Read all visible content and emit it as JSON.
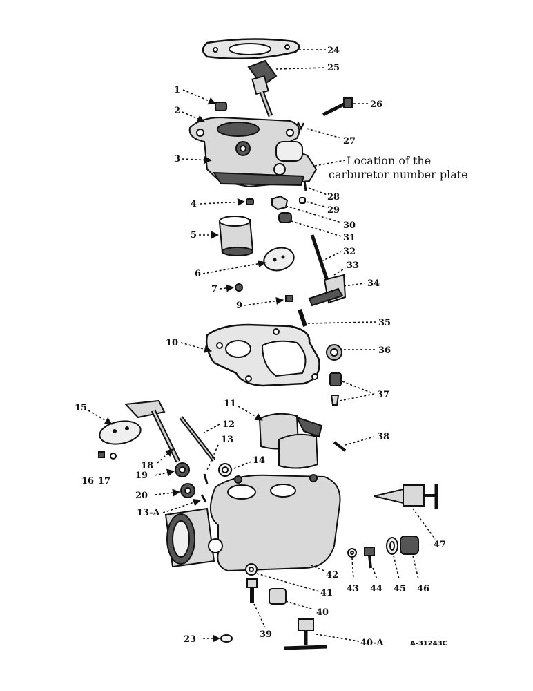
{
  "labels": {
    "n1": "1",
    "n2": "2",
    "n3": "3",
    "n4": "4",
    "n5": "5",
    "n6": "6",
    "n7": "7",
    "n9": "9",
    "n10": "10",
    "n11": "11",
    "n12": "12",
    "n13": "13",
    "n13a": "13-A",
    "n14": "14",
    "n15": "15",
    "n16": "16",
    "n17": "17",
    "n18": "18",
    "n19": "19",
    "n20": "20",
    "n23": "23",
    "n24": "24",
    "n25": "25",
    "n26": "26",
    "n27": "27",
    "n28": "28",
    "n29": "29",
    "n30": "30",
    "n31": "31",
    "n32": "32",
    "n33": "33",
    "n34": "34",
    "n35": "35",
    "n36": "36",
    "n37": "37",
    "n38": "38",
    "n39": "39",
    "n40": "40",
    "n40a": "40-A",
    "n41": "41",
    "n42": "42",
    "n43": "43",
    "n44": "44",
    "n45": "45",
    "n46": "46",
    "n47": "47"
  },
  "annotation": {
    "line1": "Location of the",
    "line2": "carburetor number plate"
  },
  "drawing_code": "A-31243C"
}
